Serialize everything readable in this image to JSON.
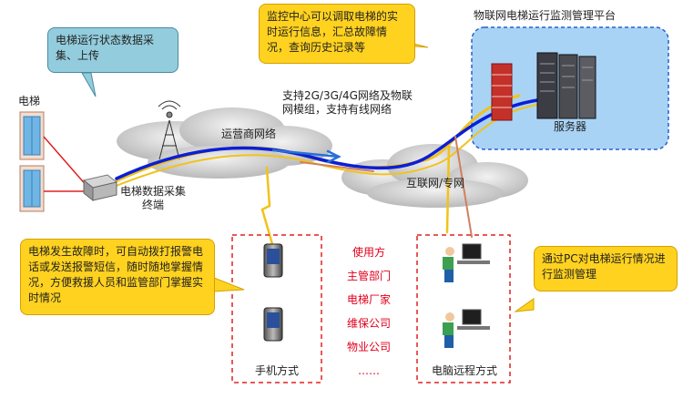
{
  "diagram": {
    "platform_title": "物联网电梯运行监测管理平台",
    "server_label": "服务器",
    "elevator_label": "电梯",
    "terminal_label": "电梯数据采集\n终端",
    "operator_network_label": "运营商网络",
    "internet_label": "互联网/专网",
    "network_support_text": "支持2G/3G/4G网络及物联网模组，支持有线网络",
    "mobile_mode_label": "手机方式",
    "pc_mode_label": "电脑远程方式",
    "users": [
      "使用方",
      "主管部门",
      "电梯厂家",
      "维保公司",
      "物业公司",
      "……"
    ],
    "callouts": {
      "terminal": "电梯运行状态数据采集、上传",
      "monitor_center": "监控中心可以调取电梯的实时运行信息，汇总故障情况，查询历史记录等",
      "fault_alarm": "电梯发生故障时，可自动拨打报警电话或发送报警短信，随时随地掌握情况，方便救援人员和监管部门掌握实时情况",
      "pc_monitor": "通过PC对电梯运行情况进行监测管理"
    },
    "colors": {
      "blue_callout": "#93cddd",
      "yellow_callout": "#ffd21f",
      "platform_bg": "#a9d3f5",
      "link_blue": "#0a1fd6",
      "link_yellow": "#f2c21b",
      "user_red": "#e0001b"
    }
  }
}
